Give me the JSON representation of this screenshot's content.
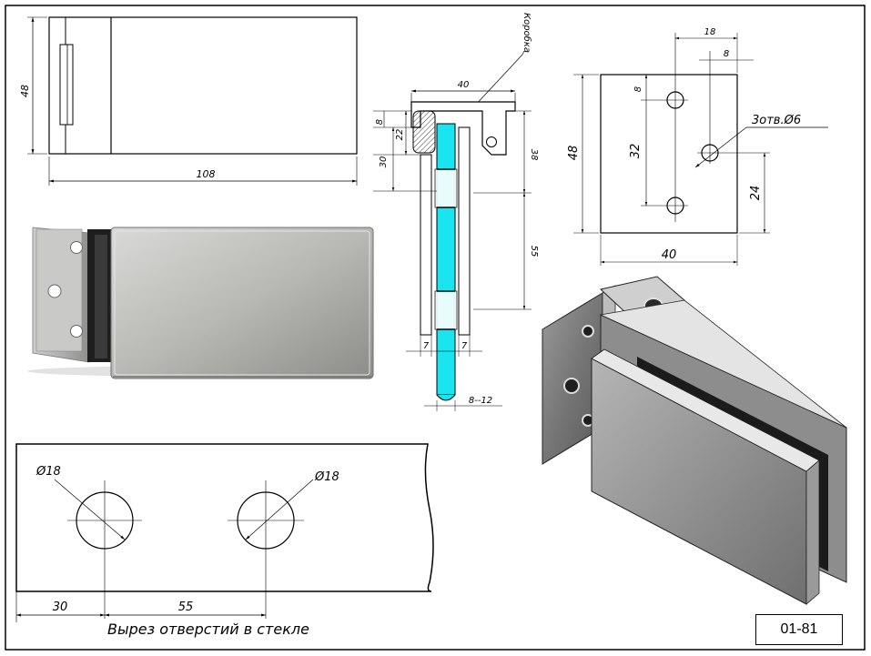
{
  "caption": "Вырез отверстий в стекле",
  "code": "01-81",
  "top_view": {
    "width_label": "108",
    "height_label": "48"
  },
  "section_view": {
    "box_label": "Коробка",
    "top_width_label": "40",
    "dim_8": "8",
    "dim_22": "22",
    "dim_30": "30",
    "dim_38": "38",
    "dim_55": "55",
    "gap_left": "7",
    "gap_right": "7",
    "glass_thickness": "8--12"
  },
  "plate_view": {
    "dim_18": "18",
    "dim_8_top": "8",
    "dim_8_left": "8",
    "dim_32": "32",
    "dim_24": "24",
    "dim_48": "48",
    "dim_40": "40",
    "hole_label": "3отв.Ø6"
  },
  "glass_cutout": {
    "hole1_label": "Ø18",
    "hole2_label": "Ø18",
    "dim_30": "30",
    "dim_55": "55"
  },
  "colors": {
    "glass": "#18e5f0",
    "line": "#000000",
    "steel_light": "#cfcfcf",
    "steel_dark": "#6d6d6d"
  }
}
